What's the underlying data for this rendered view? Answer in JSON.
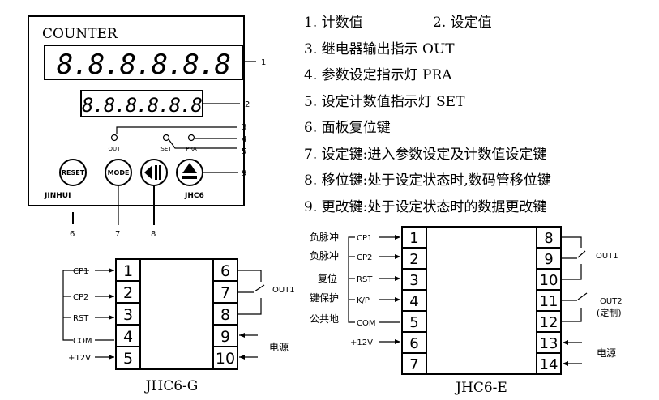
{
  "panel": {
    "title": "COUNTER",
    "count_display": "8.8.8.8.8.8",
    "set_display": "8.8.8.8.8.8",
    "led_out": "OUT",
    "led_set": "SET",
    "led_pra": "PRA",
    "btn_reset": "RESET",
    "btn_mode": "MODE",
    "brand": "JINHUI",
    "model": "JHC6",
    "callouts": [
      "1",
      "2",
      "3",
      "4",
      "5",
      "6",
      "7",
      "8",
      "9"
    ]
  },
  "legend": [
    {
      "text": "1. 计数值"
    },
    {
      "text": "2. 设定值"
    },
    {
      "text": "3. 继电器输出指示 OUT"
    },
    {
      "text": "4. 参数设定指示灯 PRA"
    },
    {
      "text": "5. 设定计数值指示灯 SET"
    },
    {
      "text": "6. 面板复位键"
    },
    {
      "text": "7. 设定键:进入参数设定及计数值设定键"
    },
    {
      "text": "8. 移位键:处于设定状态时,数码管移位键"
    },
    {
      "text": "9. 更改键:处于设定状态时的数据更改键"
    }
  ],
  "wiring_g": {
    "caption": "JHC6-G",
    "left_pins": [
      "1",
      "2",
      "3",
      "4",
      "5"
    ],
    "right_pins": [
      "6",
      "7",
      "8",
      "9",
      "10"
    ],
    "signals": [
      "CP1",
      "CP2",
      "RST",
      "COM",
      "+12V"
    ],
    "out_label": "OUT1",
    "power_label": "电源"
  },
  "wiring_e": {
    "caption": "JHC6-E",
    "left_pins": [
      "1",
      "2",
      "3",
      "4",
      "5",
      "6",
      "7"
    ],
    "right_pins": [
      "8",
      "9",
      "10",
      "11",
      "12",
      "13",
      "14"
    ],
    "signals": [
      "CP1",
      "CP2",
      "RST",
      "K/P",
      "COM",
      "+12V"
    ],
    "cn_labels": [
      "负脉冲",
      "负脉冲",
      "复位",
      "键保护",
      "公共地"
    ],
    "out1_label": "OUT1",
    "out2_label": "OUT2",
    "out2_note": "(定制)",
    "power_label": "电源"
  }
}
